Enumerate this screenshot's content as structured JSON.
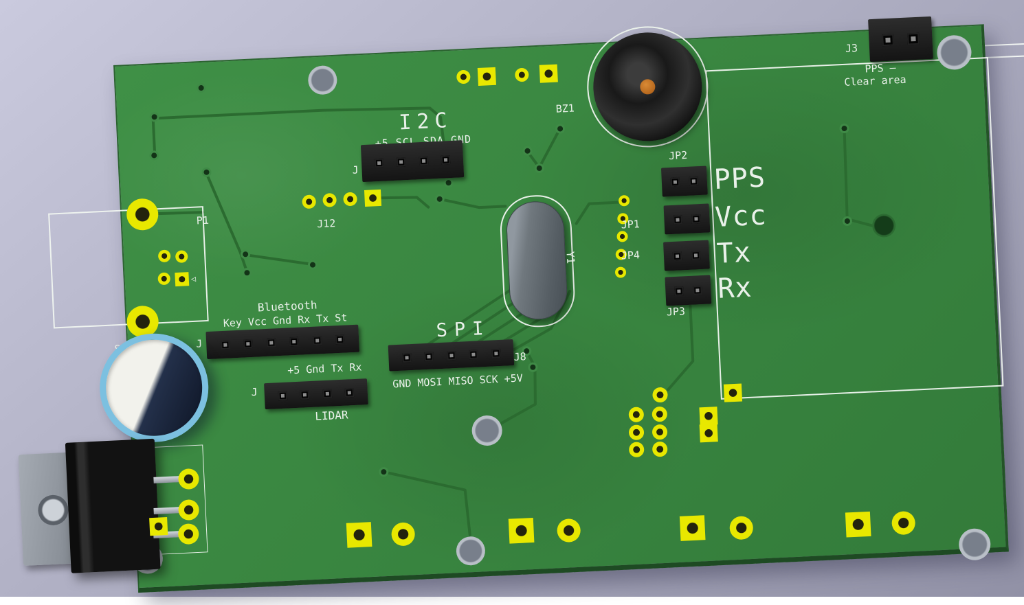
{
  "viewer": {
    "type": "pcb-3d-render"
  },
  "board": {
    "solder_mask_color": "#3e8d45",
    "silkscreen_color": "#eaf1ea",
    "pad_color": "#e8e800",
    "background_top": "#cacade",
    "background_bottom": "#9191a6"
  },
  "components": {
    "buzzer": {
      "ref": "BZ1"
    },
    "crystal": {
      "ref": "Y1"
    },
    "capacitor": {
      "ref": "S1"
    },
    "p1": {
      "ref": "P1",
      "marker": "◁"
    },
    "j12": {
      "ref": "J12"
    },
    "j3": {
      "ref": "J3"
    },
    "clear_area": {
      "note_line1": "PPS —",
      "note_line2": "Clear area"
    },
    "i2c": {
      "ref": "J",
      "title": "I2C",
      "pin_labels": "+5 SCL SDA GND"
    },
    "bluetooth": {
      "ref": "J",
      "title": "Bluetooth",
      "pin_labels": "Key Vcc Gnd Rx Tx St"
    },
    "spi": {
      "ref": "J8",
      "title": "SPI",
      "pin_labels": "GND MOSI MISO SCK +5V"
    },
    "lidar": {
      "ref": "J",
      "title": "LIDAR",
      "pin_labels": "+5 Gnd Tx Rx"
    },
    "jumpers": [
      {
        "ref": "JP2",
        "label": "PPS"
      },
      {
        "ref": "JP1",
        "label": "Vcc"
      },
      {
        "ref": "JP4",
        "label": "Tx"
      },
      {
        "ref": "JP3",
        "label": "Rx"
      }
    ]
  }
}
